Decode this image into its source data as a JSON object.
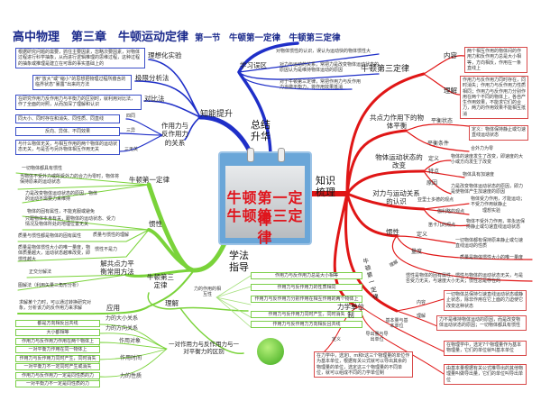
{
  "title": "高中物理　第三章　牛顿运动定律",
  "subtitle": "第一节　牛顿第一定律　牛顿第三定律",
  "center": {
    "line1": "牛顿第一定律",
    "line2": "牛顿第三定律"
  },
  "hubs": {
    "summary": "总结升华",
    "knowledge": "知识梳理",
    "method": "学法指导"
  },
  "colors": {
    "blue": "#1f2fc8",
    "green": "#7ad33a",
    "red": "#e01616",
    "title": "#1b2a8c"
  },
  "blue": {
    "ability": "知能提升",
    "ideal_label": "理想化实验",
    "ideal_text": "根据研究问题的需要，抓住主要因素，忽略次要因素，对物体过程进行科学抽象，从而进行逻辑推理的思维过程，这种过程的抽象或推理是建立在可靠的事实基础上的",
    "limit_label": "极限分析法",
    "limit_text": "用“放大”或“缩小”的思想把物理过程所蕴含的临界状态“暴露”出来的方法",
    "compare_label": "对比法",
    "compare_text": "在研究作用力反作用力与平衡力的区别时，就利用对比法，作了全面的对照，从而加深了理解和认识",
    "relation_label": "作用力与反作用力的关系",
    "four_same_label": "四同",
    "four_same_text": "同大小、同时存在和消失、同性质、同直线",
    "three_diff_label": "三异",
    "three_diff_text": "反向、异体、不同效果",
    "three_none_label": "三无关",
    "three_none_text": "与什么物体无关，与相互作用的两个物体的运动状态无关，与是否与另外物体相互作用无关",
    "mistakes_label": "学习误区",
    "mistakes": [
      "对物体惯性的认识，误认为运动快的物体惯性大",
      "对力与运动的关系，常把力是改变物体运动状态的原因认为是维持物体运动的原因",
      "对于牛顿第三定律，常把作用力与反作用力当做平衡力，将作用效果抵消"
    ]
  },
  "green": {
    "first_law": "牛顿第一定律",
    "first_items": [
      "一切物体都具有惯性",
      "当物体不受外力或所受外力的合力为零时，物体将保持原来的运动状态",
      "力是改变物体运动状态的原因，物体的运动不需要力来维持"
    ],
    "inertia": "惯性",
    "inertia_items": [
      "物体的固有属性，不能克服或避免",
      "只跟物体本身有关，跟物体的运动状态、受力情况及物体所处的地理位置无关"
    ],
    "mass_label": "质量与惯性的理解",
    "mass_text": "质量与惯性都是物体的固有属性",
    "notforce_label": "惯性不是力",
    "notforce_text": "质量是物体惯性大小的唯一量度，物体质量越大，运动状态越难改变，即惯性越大",
    "methods_label": "解共点力平衡常用方法",
    "methods": [
      "正交分解法",
      "图解法（利用矢量三角形分析）"
    ],
    "third_law": "牛顿第三定律",
    "apply_label": "应用",
    "apply_text": "求解某个力时，可以通过转换研究对象，分析该力的反作用力来求解",
    "understand_label": "理解",
    "mutual_label": "力的作用的相互性",
    "mutual_items": [
      "作用力与反作用力总是大小相等",
      "作用力与反作用力的性质相同",
      "作用力与反作用力分别作用在相互作用的两个物体上",
      "作用力与反作用力同时产生，同时消失",
      "作用力与反作用力方向相反且共线"
    ],
    "diff_label": "一对作用力与反作用力与一对平衡力的区别",
    "diff_groups": [
      {
        "label": "力的大小关系",
        "items": [
          "都是方向相反且共线"
        ]
      },
      {
        "label": "力的方向关系",
        "items": [
          "大小都相等"
        ]
      },
      {
        "label": "作用对象",
        "items": [
          "作用力与反作用力作用在两个物体上",
          "一对平衡力作用在同一物体上"
        ]
      },
      {
        "label": "作用时间",
        "items": [
          "作用力与反作用力同时产生，同时消失",
          "一对平衡力不一定同时产生或消失"
        ]
      },
      {
        "label": "力的性质",
        "items": [
          "作用力与反作用力一定是同性质的力",
          "一对平衡力不一定是同性质的力"
        ]
      }
    ]
  },
  "red": {
    "third_law": "牛顿第三定律",
    "content_label": "内容",
    "content_text": "两个相互作用的物体间的作用力和反作用力总是大小相等，方向相反，作用在一条直线上",
    "understand_label": "理解",
    "understand_text": "作用力与反作用力同时存在，同时消失；作用力与反作用力性质相同；作用力与反作用力分别作用在两个不同的物体上，各自产生作用效果，不能求它们的合力，两力的作用效果不能相互抵消",
    "balance_label": "共点力作用下的物体平衡",
    "state_label": "平衡状态",
    "state_text": "定义：物体保持静止或匀速直线运动状态",
    "cond_label": "平衡条件",
    "cond_text": "合外力为零",
    "motion_label": "物体运动状态的改变",
    "def_label": "定义",
    "def_text": "物体的速度发生了改变，即速度的大小或方向发生了改变",
    "feat_label": "特点",
    "feat_text": "物体具有加速度",
    "cause_label": "原因",
    "cause_text": "力是改变物体运动状态的原因，即力是使物体产生加速度的原因",
    "view_label": "对力与运动关系的认识",
    "aristotle_label": "亚里士多德的观点",
    "aristotle_text": "物体受力作用，才能运动；不受力作用就静止",
    "galileo_label": "伽利略的观点",
    "galileo_text": "理想实验",
    "descartes_label": "笛卡儿的观点",
    "descartes_text": "物体不受外力作用，将永远保持静止或匀速直线运动状态",
    "inertia_label": "惯性",
    "in_def_label": "定义",
    "in_def_text": "一切物体都有保持原来静止或匀速直线运动的性质",
    "measure_label": "量度",
    "measure_text": "质量是物体惯性大小的唯一量度",
    "in_und_label": "理解",
    "in_und_text": "惯性是物体的固有属性，惯性与物体的运动状态无关，与是否受力无关，与速度大小无关；惯性总是存在的",
    "first_law_label": "牛顿第一定律",
    "law_content_label": "内容",
    "law_content_text": "一切物体总保持匀速直线运动状态或静止状态，除非作用在它上面的力迫使它改变这种状态",
    "law_und_label": "理解",
    "law_und_text": "力不是维持物体运动的原因，而是改变物体运动状态的原因；一切物体都具有惯性",
    "units_label": "力学单位制",
    "basic_label": "基本量与基本单位",
    "basic_text": "在物理学中，选定7个物理量作为基本物理量，它们的单位就叫基本单位",
    "derived_label": "导出量与导出单位",
    "derived_text": "由基本量根据有关公式推导出的其他物理量叫做导出量，它们的单位叫导出单位",
    "units_def_label": "定义",
    "units_def_text": "在力学中，选定l、m和t这三个物理量的单位作为基本单位，根据有关公式就可以导出其余的物理量的单位，选定这三个物理量的不同单位，就可以组成不同的力学单位制"
  }
}
